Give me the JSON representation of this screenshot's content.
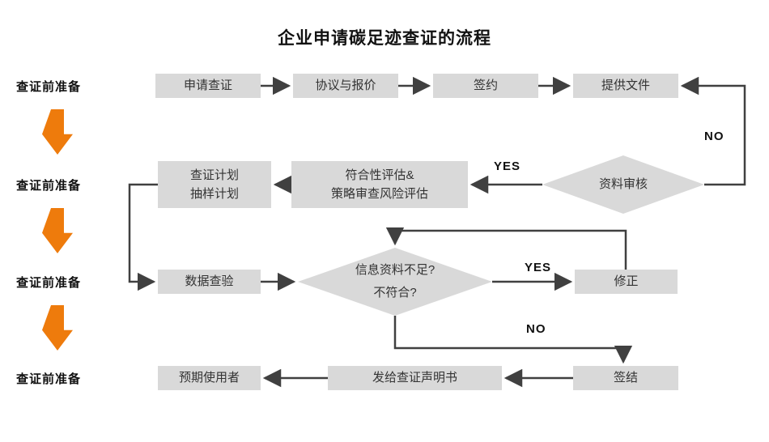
{
  "title": "企业申请碳足迹查证的流程",
  "stages": [
    {
      "label": "查证前准备"
    },
    {
      "label": "查证前准备"
    },
    {
      "label": "查证前准备"
    },
    {
      "label": "查证前准备"
    }
  ],
  "nodes": {
    "apply": "申请查证",
    "agreement": "协议与报价",
    "sign": "签约",
    "provide_docs": "提供文件",
    "plan": "查证计划\n抽样计划",
    "assessment": "符合性评估&\n策略审查风险评估",
    "doc_review": "资料审核",
    "data_check": "数据查验",
    "insufficient": "信息资料不足?\n不符合?",
    "revise": "修正",
    "close": "签结",
    "issue_statement": "发给查证声明书",
    "intended_user": "预期使用者"
  },
  "edge_labels": {
    "no_top": "NO",
    "yes_mid": "YES",
    "yes_right": "YES",
    "no_down": "NO"
  },
  "colors": {
    "box_fill": "#d9d9d9",
    "connector": "#404040",
    "stage_arrow": "#ee7b0c",
    "text": "#333333"
  }
}
